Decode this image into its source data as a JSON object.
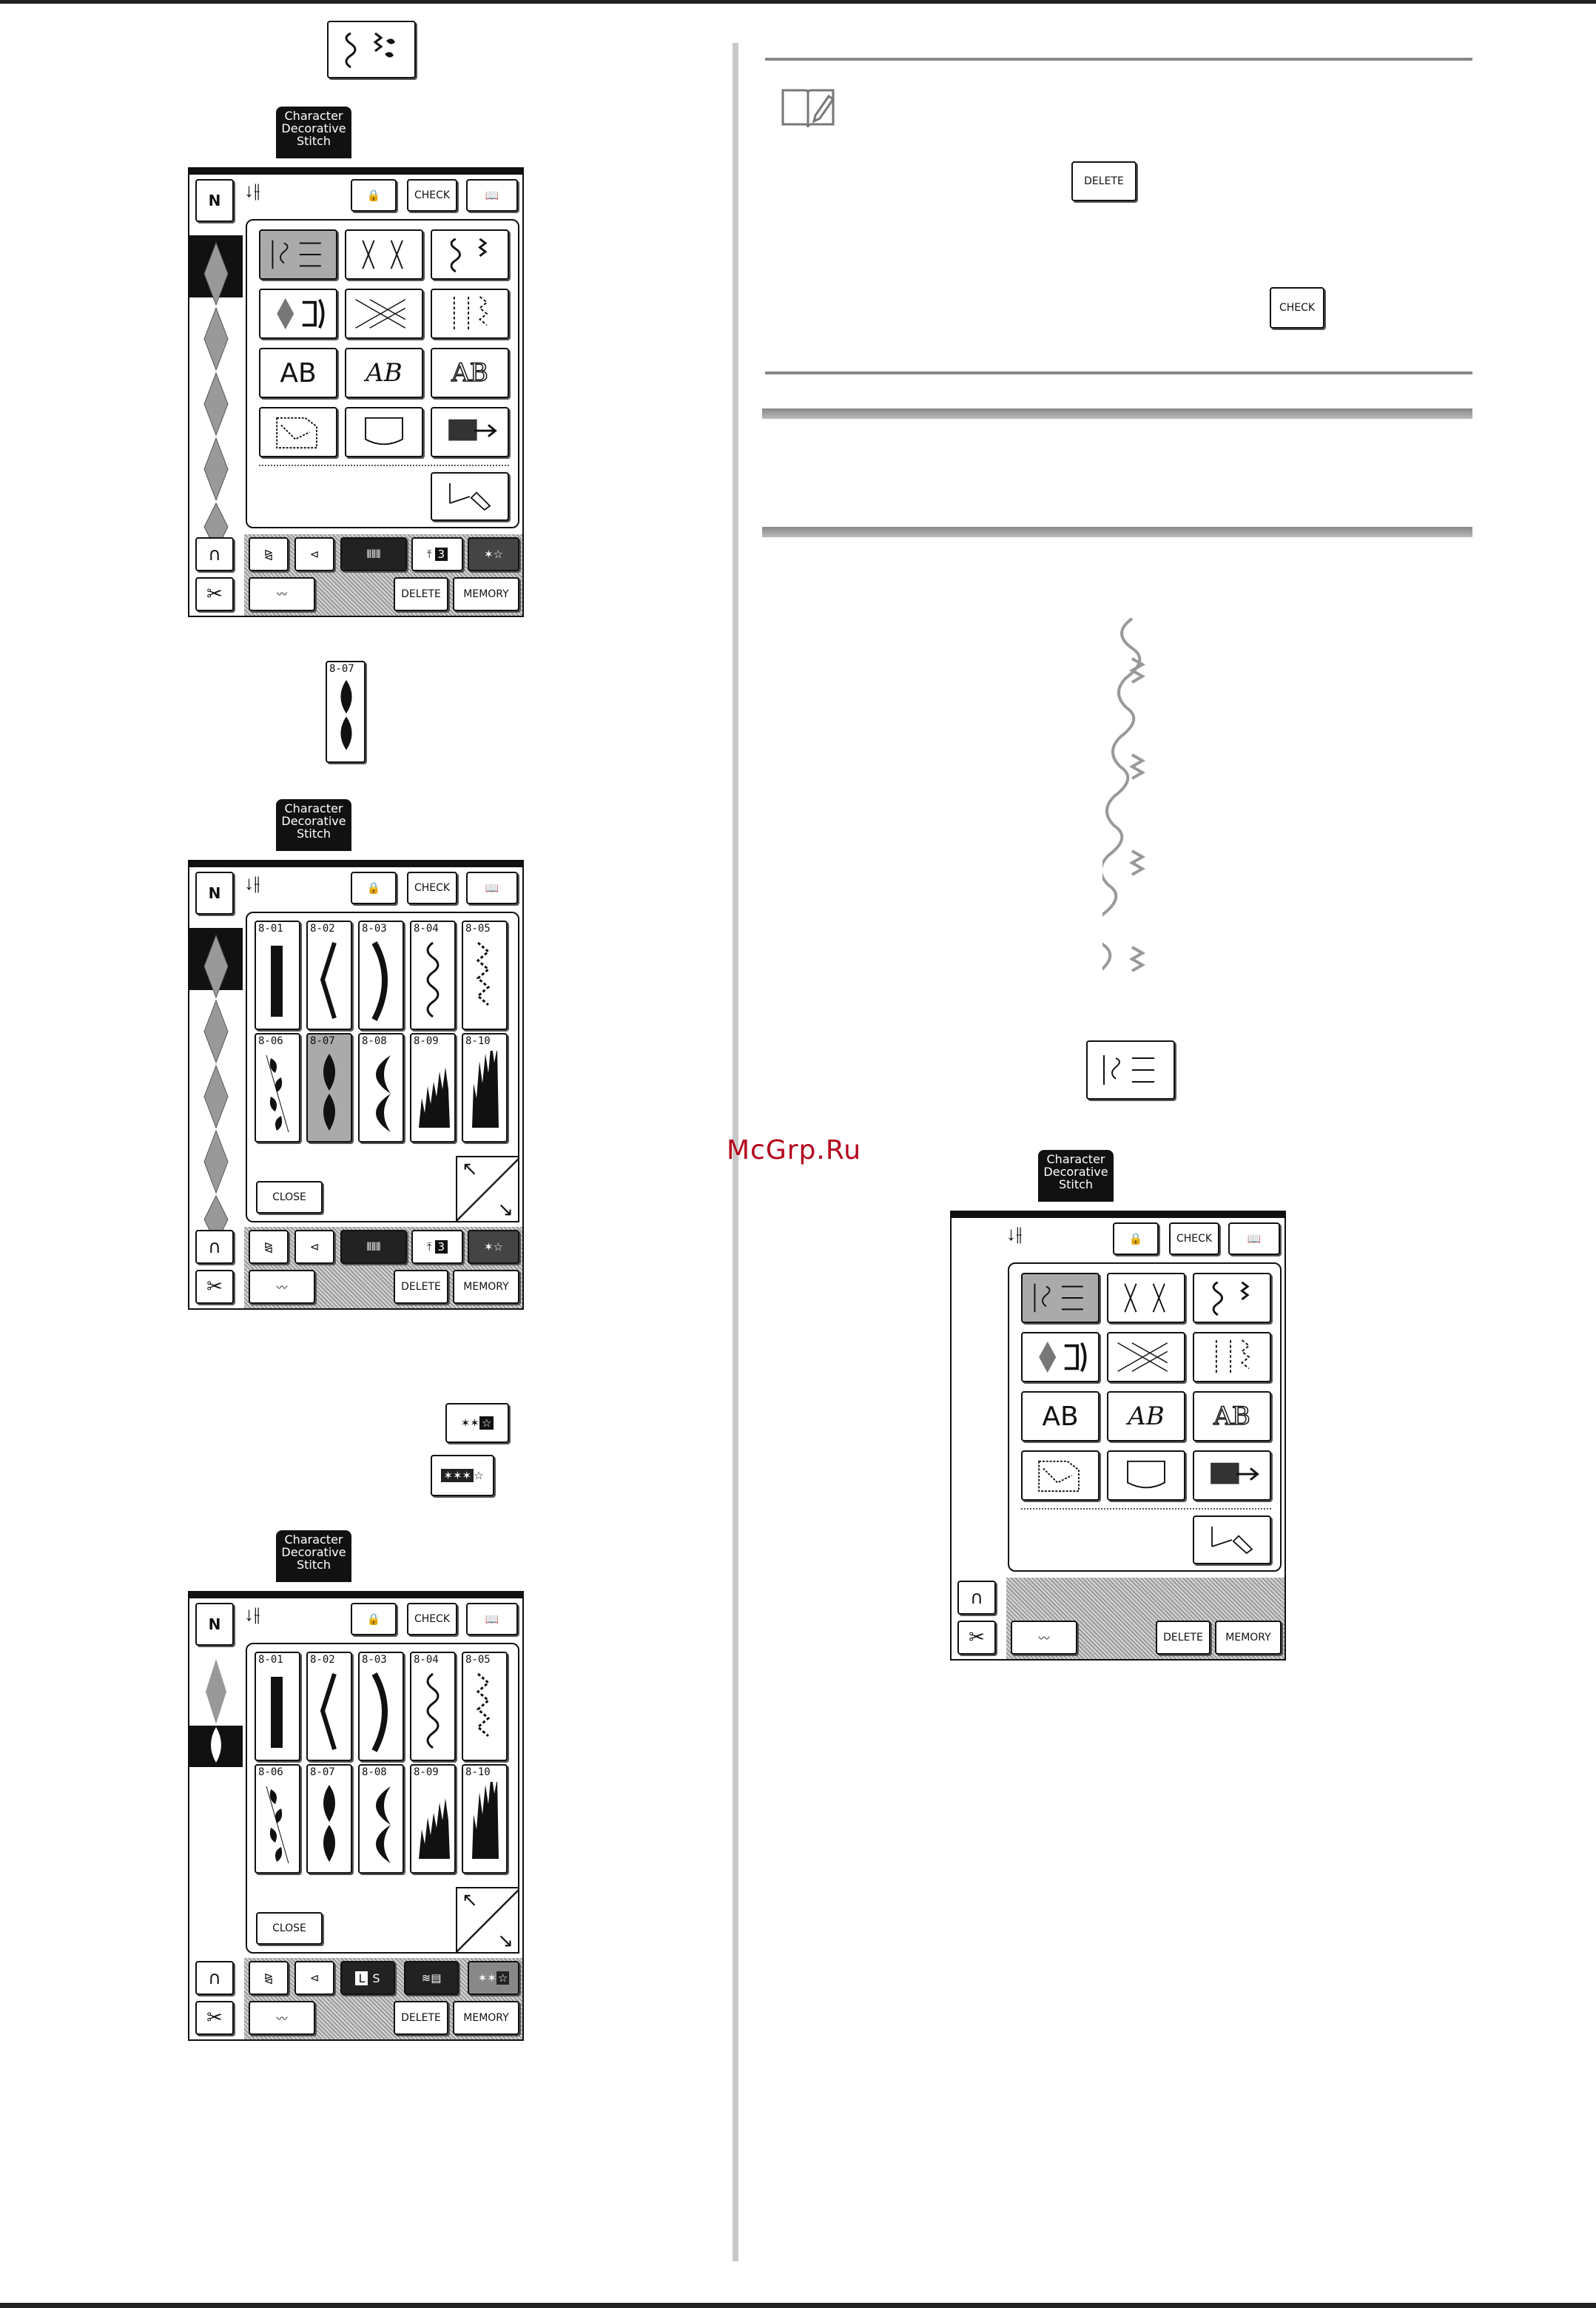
{
  "tab_label_line1": "Character",
  "tab_label_line2": "Decorative",
  "tab_label_line3": "Stitch",
  "keys": {
    "check": "CHECK",
    "delete": "DELETE",
    "memory": "MEMORY",
    "close": "CLOSE",
    "needle_count": "3",
    "large": "L",
    "small": "S",
    "presser_foot": "N"
  },
  "stitch_codes": [
    "8-01",
    "8-02",
    "8-03",
    "8-04",
    "8-05",
    "8-06",
    "8-07",
    "8-08",
    "8-09",
    "8-10"
  ],
  "selected_stitch_code": "8-07",
  "watermark": "McGrp.Ru",
  "colors": {
    "selected_key": "#aaaaaa",
    "watermark": "#b3001b",
    "rule": "#888888"
  }
}
